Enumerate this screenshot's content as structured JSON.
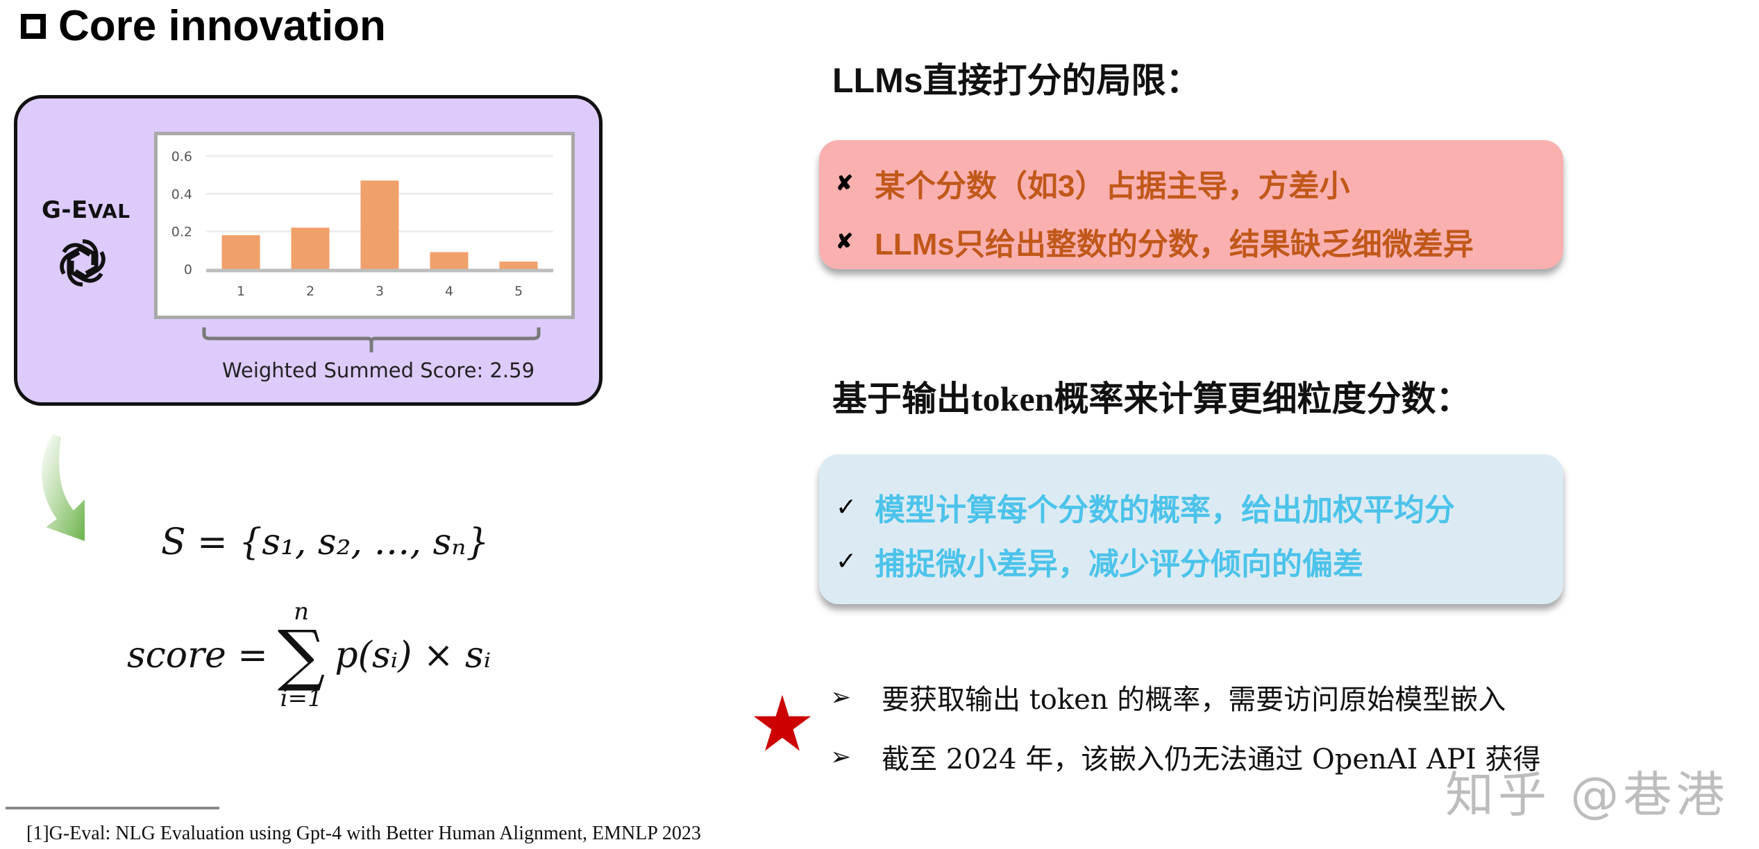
{
  "slide": {
    "title": "Core innovation",
    "title_bullet_icon": "hollow-square-icon"
  },
  "left_panel": {
    "background_color": "#dccbfb",
    "method_label_prefix": "G-E",
    "method_label_suffix": "VAL",
    "logo_icon": "openai-logo-icon",
    "weighted_score_text": "Weighted Summed Score: 2.59"
  },
  "chart_data": {
    "type": "bar",
    "title": "",
    "categories": [
      "1",
      "2",
      "3",
      "4",
      "5"
    ],
    "values": [
      0.18,
      0.22,
      0.47,
      0.09,
      0.04
    ],
    "xlabel": "",
    "ylabel": "",
    "ylim": [
      0,
      0.6
    ],
    "yticks": [
      "0",
      "0.2",
      "0.4",
      "0.6"
    ],
    "grid": true,
    "bar_color": "#f0a06a",
    "legend": null,
    "annotation": "Weighted Summed Score: 2.59"
  },
  "formulas": {
    "set_definition": "S = {s₁, s₂, …, sₙ}",
    "score_lhs": "score =",
    "sum_upper": "n",
    "sum_lower": "i=1",
    "score_rhs": "p(sᵢ) × sᵢ"
  },
  "right_panel": {
    "heading_limitations": "LLMs直接打分的局限：",
    "limitations": [
      {
        "icon": "cross-icon",
        "mark": "✘",
        "text": "某个分数（如3）占据主导，方差小"
      },
      {
        "icon": "cross-icon",
        "mark": "✘",
        "text": "LLMs只给出整数的分数，结果缺乏细微差异"
      }
    ],
    "heading_method_prefix": "基于输出",
    "heading_method_token": "token",
    "heading_method_suffix": "概率来计算更细粒度分数：",
    "advantages": [
      {
        "icon": "check-icon",
        "mark": "✓",
        "text": "模型计算每个分数的概率，给出加权平均分"
      },
      {
        "icon": "check-icon",
        "mark": "✓",
        "text": "捕捉微小差异，减少评分倾向的偏差"
      }
    ],
    "notes": [
      {
        "icon": "arrowhead-bullet-icon",
        "mark": "➢",
        "text": "要获取输出 token 的概率，需要访问原始模型嵌入"
      },
      {
        "icon": "arrowhead-bullet-icon",
        "mark": "➢",
        "text": "截至 2024 年，该嵌入仍无法通过 OpenAI API 获得"
      }
    ],
    "star_icon": "red-star-icon",
    "colors": {
      "limitation_text": "#c0581a",
      "limitation_box": "#fbb0b0",
      "advantage_text": "#4cc3ea",
      "advantage_box": "#dcebf3",
      "star": "#cc0000"
    }
  },
  "watermark": "知乎 @巷港",
  "footnote": "[1]G-Eval: NLG Evaluation using Gpt-4 with Better Human Alignment, EMNLP 2023"
}
